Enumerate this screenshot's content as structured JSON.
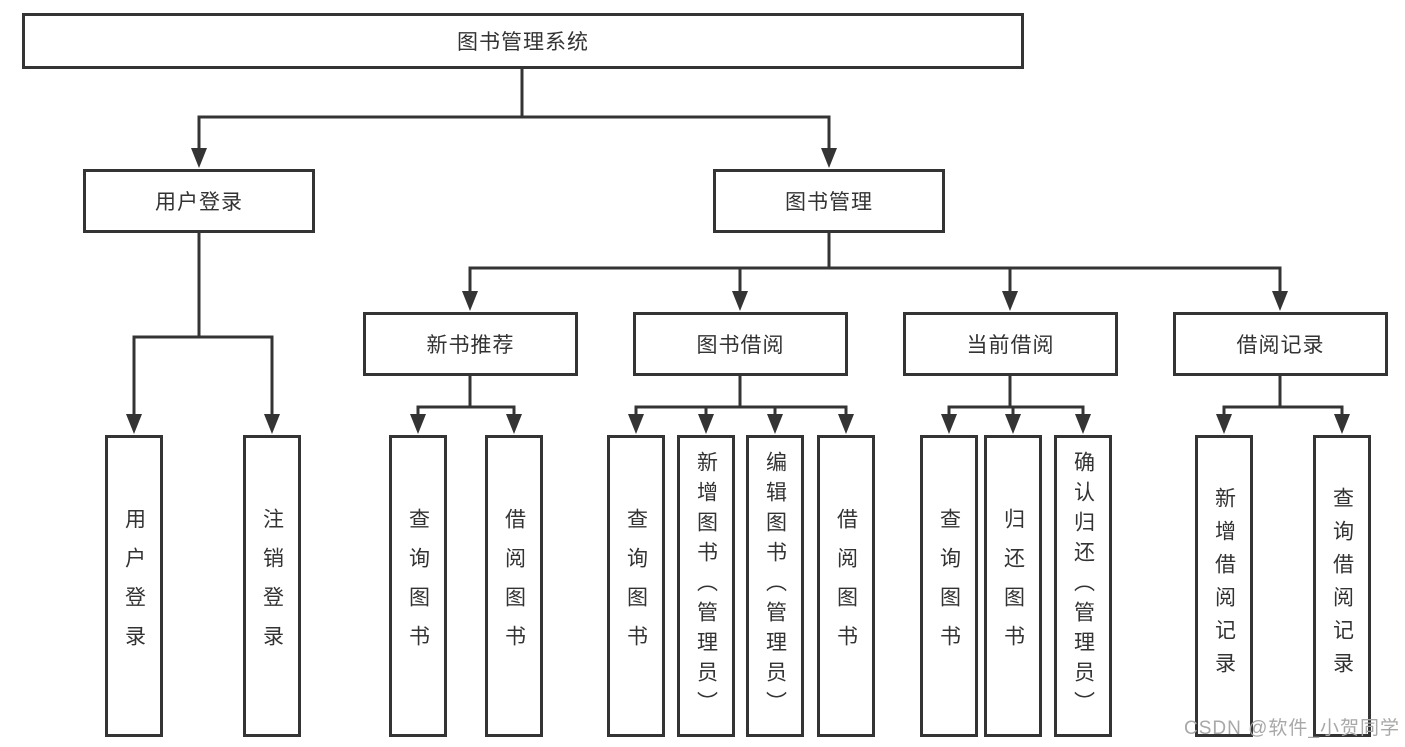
{
  "nodes": {
    "root": "图书管理系统",
    "level1": [
      {
        "label": "用户登录",
        "children": [
          "用户登录",
          "注销登录"
        ]
      },
      {
        "label": "图书管理"
      }
    ],
    "level2": [
      {
        "label": "新书推荐",
        "children": [
          "查询图书",
          "借阅图书"
        ]
      },
      {
        "label": "图书借阅",
        "children": [
          "查询图书",
          "新增图书（管理员）",
          "编辑图书（管理员）",
          "借阅图书"
        ]
      },
      {
        "label": "当前借阅",
        "children": [
          "查询图书",
          "归还图书",
          "确认归还（管理员）"
        ]
      },
      {
        "label": "借阅记录",
        "children": [
          "新增借阅记录",
          "查询借阅记录"
        ]
      }
    ]
  },
  "watermark": "CSDN @软件_小贺同学",
  "colors": {
    "line": "#343434",
    "text": "#333333",
    "box_background": "#ffffff",
    "page_background": "#ffffff",
    "watermark": "#a8a8a8"
  }
}
